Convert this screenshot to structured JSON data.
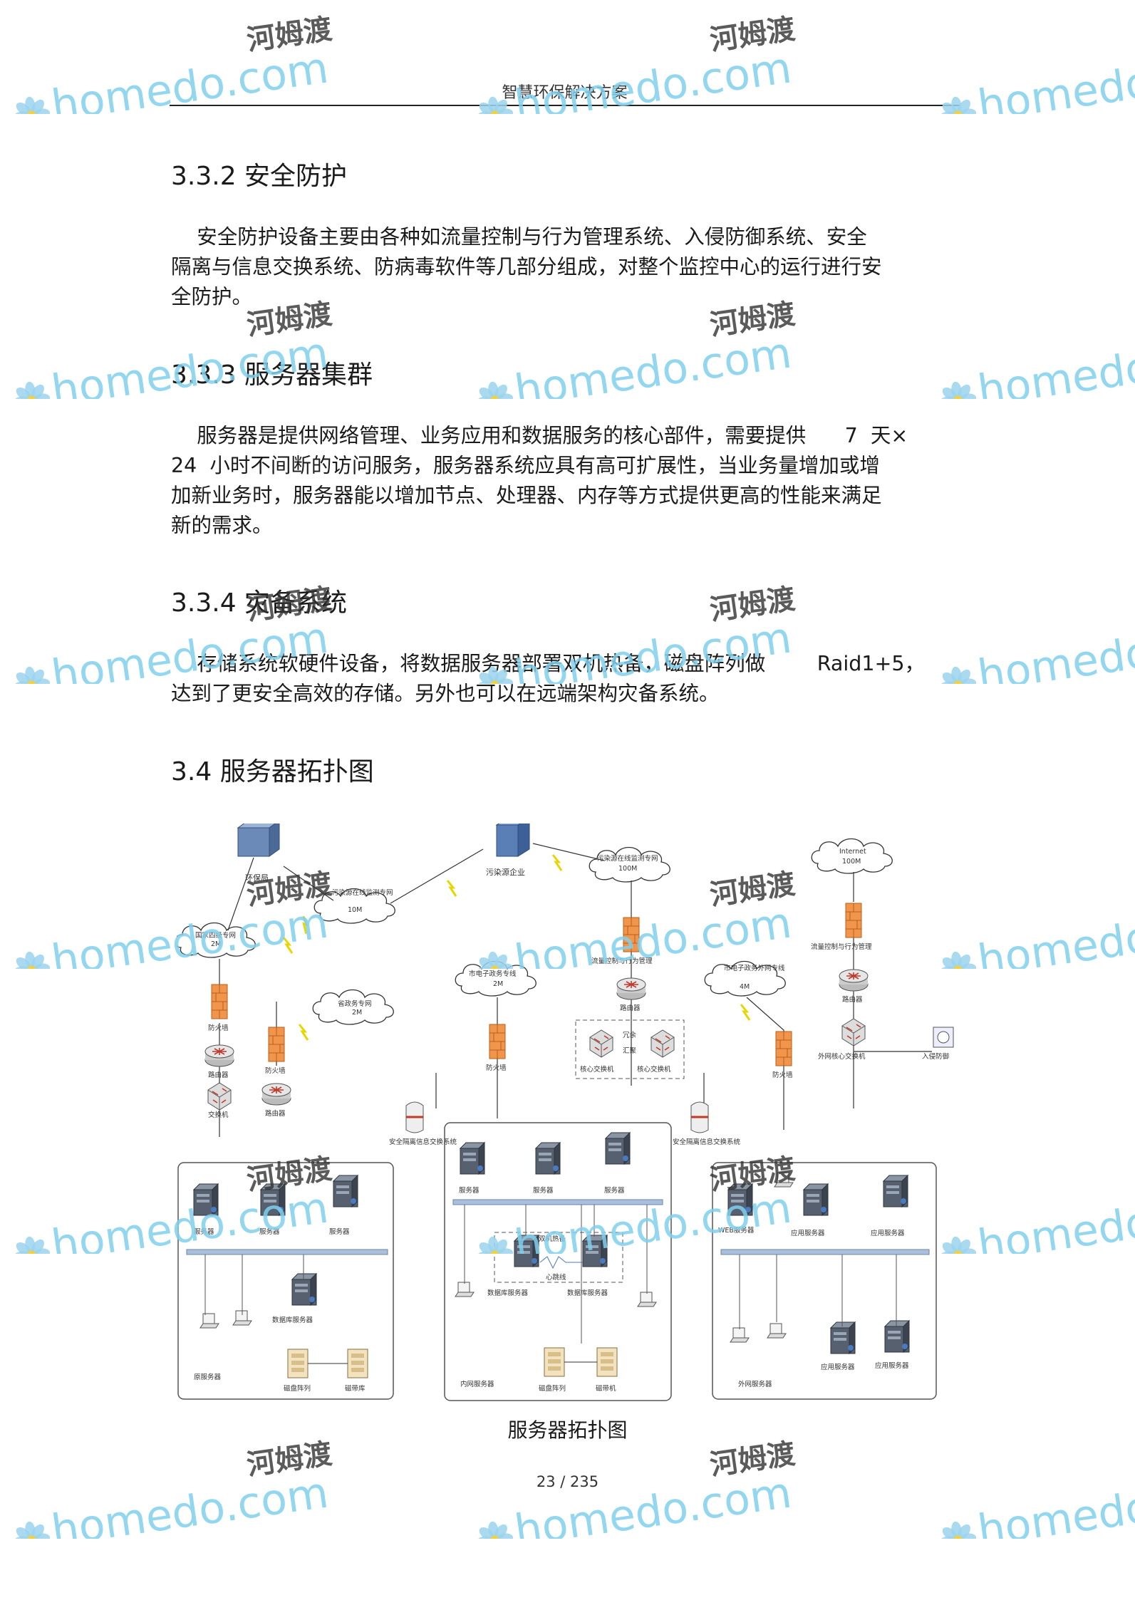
{
  "header": {
    "title": "智慧环保解决方案"
  },
  "sections": [
    {
      "heading": "3.3.2 安全防护",
      "lines": [
        "    安全防护设备主要由各种如流量控制与行为管理系统、入侵防御系统、安全",
        "隔离与信息交换系统、防病毒软件等几部分组成，对整个监控中心的运行进行安",
        "全防护。"
      ]
    },
    {
      "heading": "3.3.3 服务器集群",
      "lines": [
        "    服务器是提供网络管理、业务应用和数据服务的核心部件，需要提供      7  天×",
        "24  小时不间断的访问服务，服务器系统应具有高可扩展性，当业务量增加或增",
        "加新业务时，服务器能以增加节点、处理器、内存等方式提供更高的性能来满足",
        "新的需求。"
      ]
    },
    {
      "heading": "3.3.4 灾备系统",
      "lines": [
        "    存储系统软硬件设备，将数据服务器部署双机热备，磁盘阵列做        Raid1+5，",
        "达到了更安全高效的存储。另外也可以在远端架构灾备系统。"
      ]
    },
    {
      "heading": "3.4 服务器拓扑图",
      "lines": []
    }
  ],
  "figure": {
    "caption": "服务器拓扑图",
    "labels": {
      "env_bureau": "环保局",
      "polluter": "污染源企业",
      "national_net": "国家四级专网",
      "national_bw": "2M",
      "polluter_online_net": "污染源在线监测专网",
      "polluter_online_bw": "10M",
      "online_private_net": "污染源在线监测专网",
      "online_private_bw": "100M",
      "internet": "Internet",
      "internet_bw": "100M",
      "prov_net": "省政务专网",
      "prov_bw": "2M",
      "city_gov_net": "市电子政务专线",
      "city_gov_bw": "2M",
      "city_ext_net": "市电子政务外网专线",
      "city_ext_bw": "4M",
      "flow_ctrl_1": "流量控制与行为管理",
      "flow_ctrl_2": "流量控制与行为管理",
      "firewall": "防火墙",
      "router": "路由器",
      "switch": "交换机",
      "redundant": "冗余",
      "aggregate": "汇聚",
      "core_switch": "核心交换机",
      "ext_core_switch": "外网核心交换机",
      "ips": "入侵防御",
      "isolation": "安全隔离信息交换系统",
      "server": "服务器",
      "db_server": "数据库服务器",
      "disk_array": "磁盘阵列",
      "tape_lib": "磁带库",
      "tape_drive": "磁带机",
      "hot_standby": "双机热备",
      "heartbeat": "心跳线",
      "web_server": "WEB服务器",
      "app_server": "应用服务器",
      "orig_servers": "原服务器",
      "intranet_servers": "内网服务器",
      "extranet_servers": "外网服务器"
    }
  },
  "footer": {
    "page": "23 /  235"
  },
  "watermark": {
    "brand": "homedo",
    "domain": ".com",
    "cn": "河姆渡"
  }
}
